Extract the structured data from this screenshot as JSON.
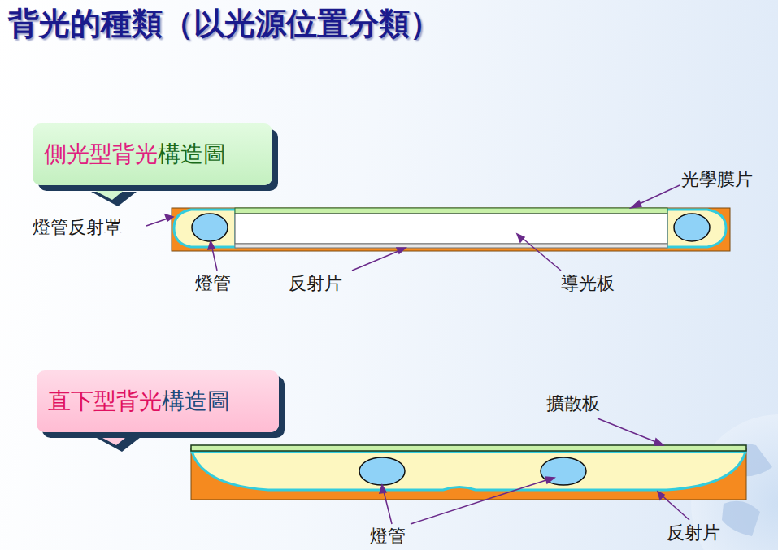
{
  "diagram": {
    "title": "背光的種類（以光源位置分類）",
    "nodes": [
      {
        "text": [
          "側光型背光",
          "構造圖"
        ]
      },
      {
        "text": [
          "直下型背光",
          "構造圖"
        ]
      }
    ],
    "labels": [
      "光學膜片",
      "燈管反射罩",
      "燈管",
      "反射片",
      "導光板",
      "擴散板",
      "燈管",
      "反射片"
    ]
  }
}
